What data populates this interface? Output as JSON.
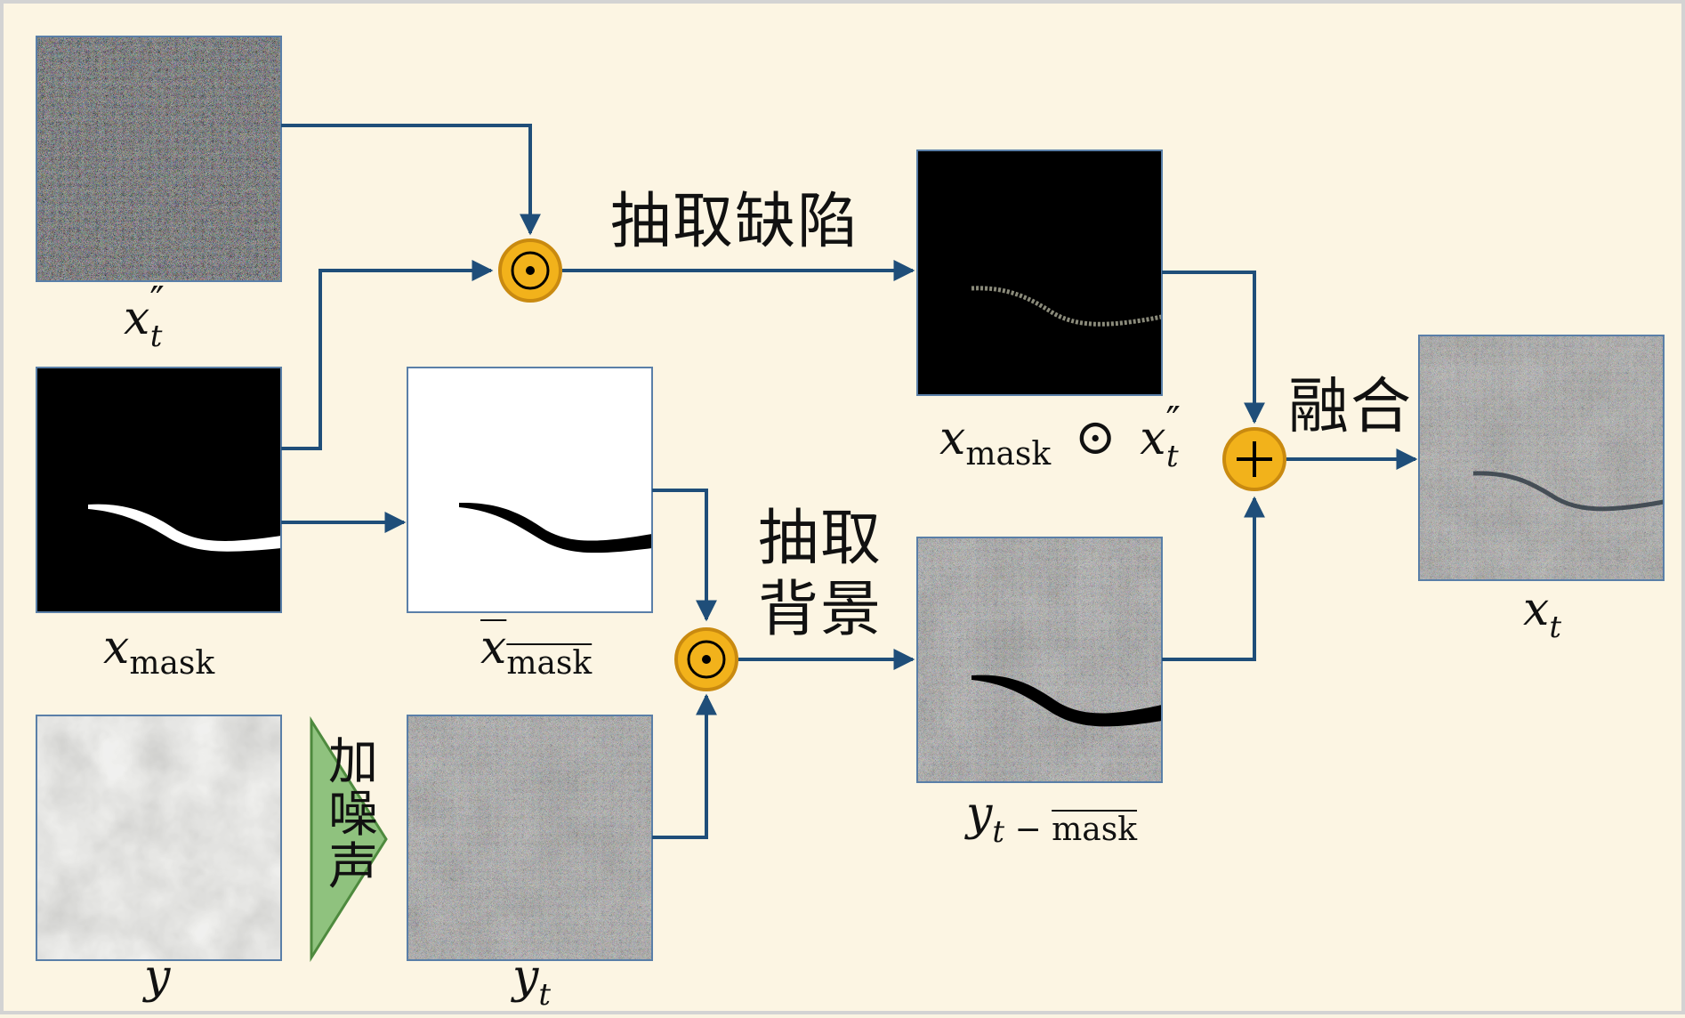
{
  "colors": {
    "background": "#fcf5e3",
    "arrow": "#1f4e79",
    "operator_fill": "#f2b21b",
    "operator_stroke": "#c98a10",
    "triangle_fill": "#8fc27e",
    "triangle_stroke": "#4e8a3e",
    "frame": "#5a7fa8"
  },
  "images": {
    "x_t_pp": {
      "label": "x",
      "sup": "″",
      "sub": "t",
      "kind": "noise"
    },
    "x_mask": {
      "label": "x",
      "sub": "mask",
      "kind": "mask"
    },
    "x_mask_bar": {
      "label": "x",
      "sub": "mask",
      "kind": "mask-inverted"
    },
    "y": {
      "label": "y",
      "kind": "clean-texture"
    },
    "y_t": {
      "label": "y",
      "sub": "t",
      "kind": "noisy-texture"
    },
    "defect": {
      "label_x": "x",
      "label_x_sub": "mask",
      "op": "⊙",
      "label_x2": "x",
      "label_x2_sup": "″",
      "label_x2_sub": "t",
      "kind": "masked-defect"
    },
    "background": {
      "label": "y",
      "sub_t": "t",
      "sub_dash": " − ",
      "sub_mask": "mask",
      "kind": "noisy-texture-with-crack"
    },
    "x_t": {
      "label": "x",
      "sub": "t",
      "kind": "fused"
    }
  },
  "operators": {
    "mult_top": "⊙",
    "mult_bottom": "⊙",
    "add": "+"
  },
  "captions": {
    "extract_defect": "抽取缺陷",
    "extract_background_line1": "抽取",
    "extract_background_line2": "背景",
    "fuse": "融合",
    "add_noise": [
      "加",
      "噪",
      "声"
    ]
  }
}
